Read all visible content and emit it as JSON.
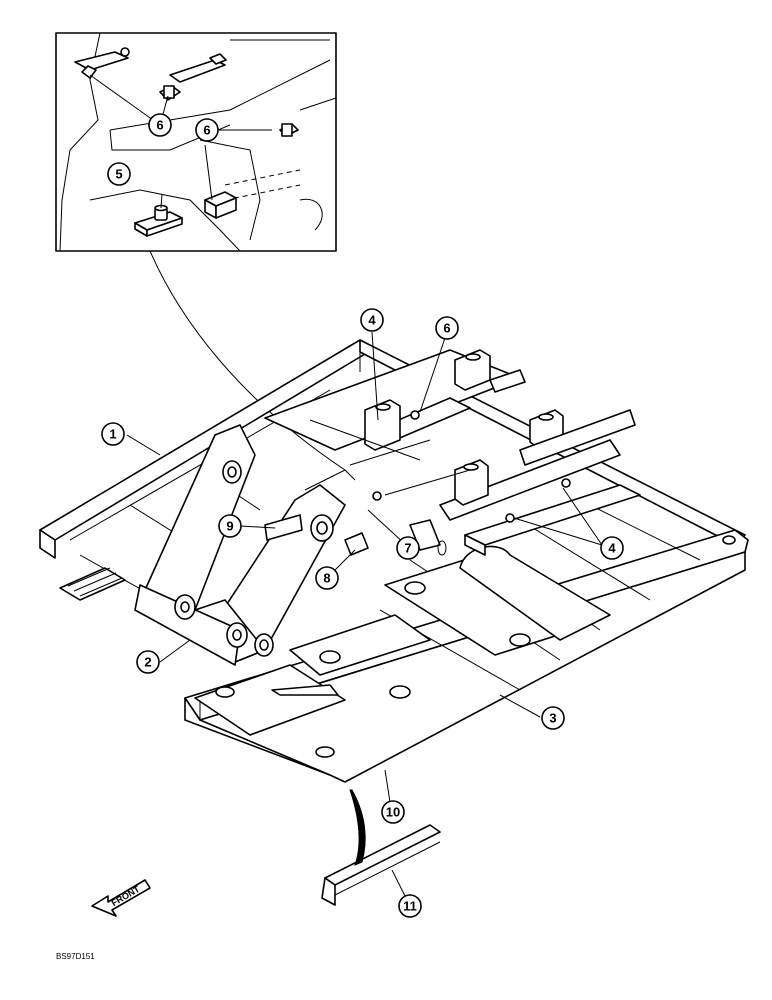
{
  "callouts": [
    {
      "id": "c1",
      "label": "1"
    },
    {
      "id": "c2",
      "label": "2"
    },
    {
      "id": "c3",
      "label": "3"
    },
    {
      "id": "c4a",
      "label": "4"
    },
    {
      "id": "c4b",
      "label": "4"
    },
    {
      "id": "c5",
      "label": "5"
    },
    {
      "id": "c6a",
      "label": "6"
    },
    {
      "id": "c6b",
      "label": "6"
    },
    {
      "id": "c6c",
      "label": "6"
    },
    {
      "id": "c7",
      "label": "7"
    },
    {
      "id": "c8",
      "label": "8"
    },
    {
      "id": "c9",
      "label": "9"
    },
    {
      "id": "c10",
      "label": "10"
    },
    {
      "id": "c11",
      "label": "11"
    }
  ],
  "front_arrow": {
    "label": "FRONT"
  },
  "drawing_code": "BS97D151"
}
